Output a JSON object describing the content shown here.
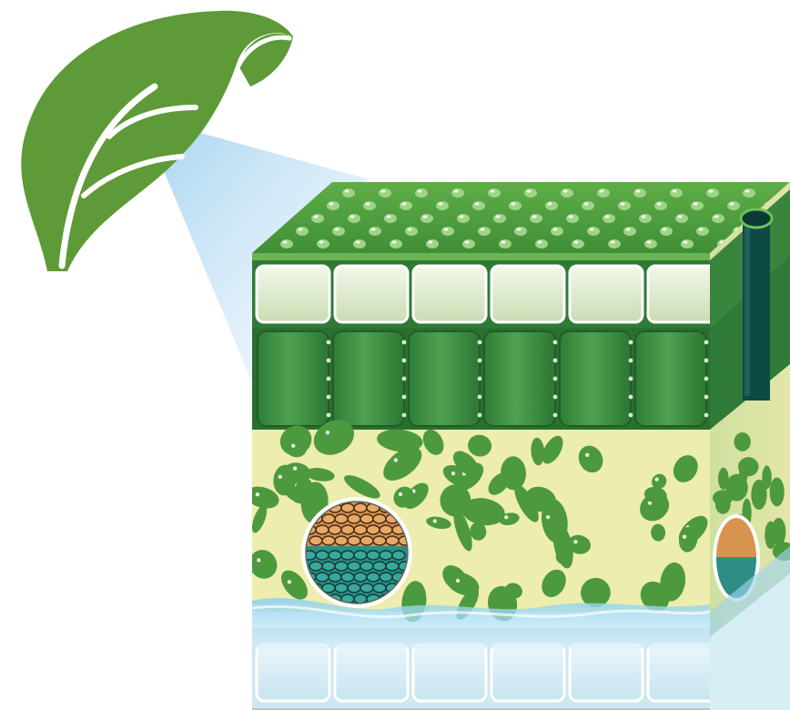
{
  "figure": {
    "leaf_icon": "leaf-icon",
    "diagram": "leaf-cross-section-block",
    "colors": {
      "leaf": "#5f9b38",
      "cuticle_top": "#5aa544",
      "epidermis_cell": "#e2edd4",
      "palisade_cell": "#3f8f45",
      "mesophyll_bg": "#ecedb0",
      "spongy_cell": "#4f9a3e",
      "xylem": "#d99a5a",
      "phloem": "#2f8f86",
      "stoma": "#0e4a45",
      "water": "#78c3e6",
      "zoom_cone": "#b9dcf2"
    },
    "layers": [
      "upper-cuticle",
      "upper-epidermis",
      "palisade-mesophyll",
      "spongy-mesophyll",
      "vascular-bundle",
      "lower-epidermis"
    ]
  }
}
